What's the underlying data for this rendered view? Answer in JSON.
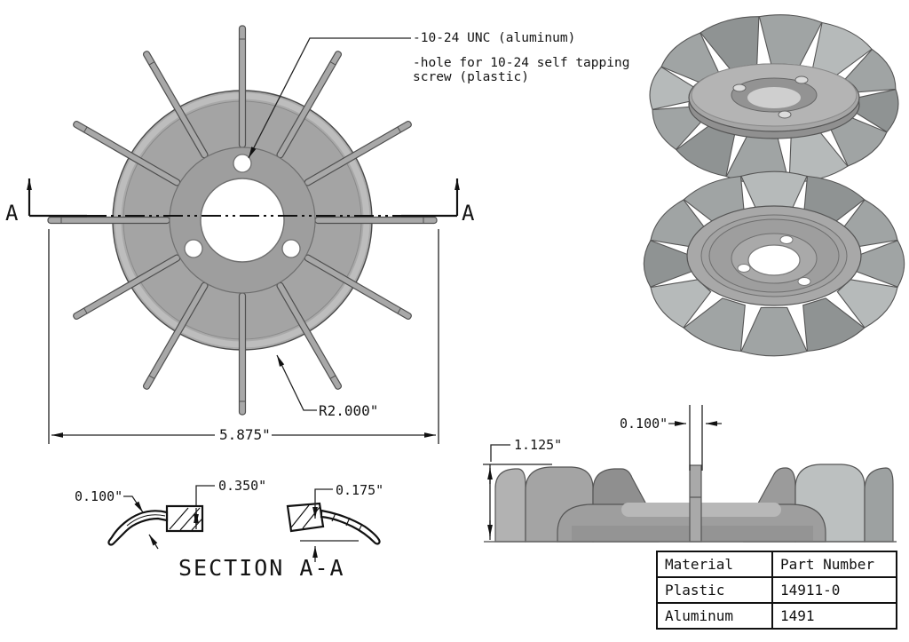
{
  "drawing": {
    "notes": {
      "thread_note": "-10-24 UNC (aluminum)",
      "hole_note_line1": "-hole for 10-24 self tapping",
      "hole_note_line2": "screw (plastic)"
    },
    "section_markers": {
      "left": "A",
      "right": "A"
    },
    "front_view": {
      "overall_width": "5.875\"",
      "disc_radius": "R2.000\""
    },
    "section_view": {
      "label": "SECTION A-A",
      "blade_thickness": "0.100\"",
      "hub_height": "0.350\"",
      "blade_offset": "0.175\""
    },
    "side_view": {
      "overall_height": "1.125\"",
      "blade_width": "0.100\""
    },
    "parts_table": {
      "headers": [
        "Material",
        "Part Number"
      ],
      "rows": [
        [
          "Plastic",
          "14911-0"
        ],
        [
          "Aluminum",
          "1491"
        ]
      ]
    },
    "colors": {
      "fan_grey": "#a8a8a8",
      "fan_mid": "#a0a4a4",
      "fan_light": "#b6baba",
      "fan_dark": "#8f9393",
      "line": "#1a1a1a"
    }
  }
}
